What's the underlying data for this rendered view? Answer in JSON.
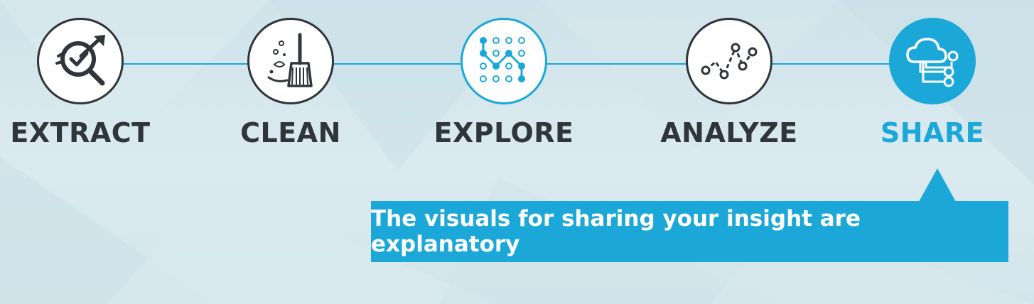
{
  "steps": [
    {
      "id": "extract",
      "label": "EXTRACT",
      "icon": "magnifier-check-icon",
      "state": "inactive"
    },
    {
      "id": "clean",
      "label": "CLEAN",
      "icon": "broom-icon",
      "state": "inactive"
    },
    {
      "id": "explore",
      "label": "EXPLORE",
      "icon": "dot-grid-path-icon",
      "state": "inactive"
    },
    {
      "id": "analyze",
      "label": "ANALYZE",
      "icon": "line-graph-icon",
      "state": "inactive"
    },
    {
      "id": "share",
      "label": "SHARE",
      "icon": "cloud-network-icon",
      "state": "active"
    }
  ],
  "callout": {
    "text": "The visuals for sharing your insight are explanatory"
  },
  "colors": {
    "accent": "#1ba8d8",
    "dark": "#2f353a",
    "background": "#d6e8ee"
  }
}
